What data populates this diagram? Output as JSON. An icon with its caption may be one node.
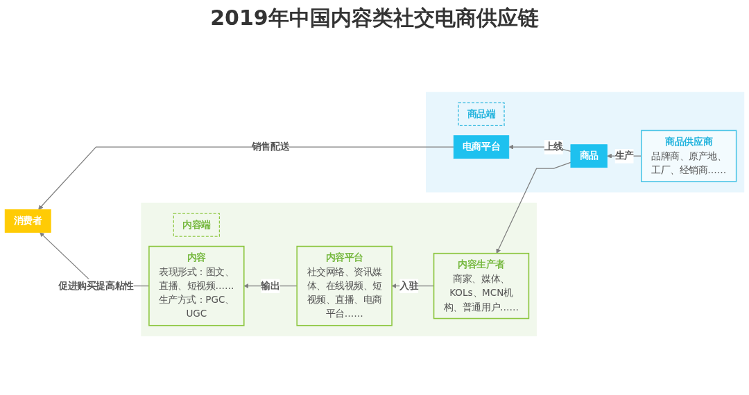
{
  "diagram": {
    "title": "2019年中国内容类社交电商供应链",
    "nodes": [
      {
        "text": [],
        "shape": "box"
      },
      {
        "text": [
          "内容端"
        ],
        "in": 0
      },
      {
        "text": [
          "内容平台",
          "社交网络、资讯媒体、在线视频、短视频、直播、电商平台……"
        ],
        "in": 0
      },
      {
        "text": [
          "内容生产者",
          "商家、媒体、KOLs、MCN机构、普通用户……"
        ],
        "in": 0
      },
      {
        "text": [
          "内容",
          "表现形式：图文、直播、短视频……",
          "生产方式：PGC、UGC"
        ],
        "in": 0
      },
      {
        "text": [],
        "shape": "box"
      },
      {
        "text": [
          "商品供应商",
          "品牌商、原产地、工厂、经销商……"
        ],
        "in": 5
      },
      {
        "text": [
          "商品"
        ],
        "in": 5
      },
      {
        "text": [
          "商品端"
        ],
        "in": 5
      },
      {
        "text": [
          "电商平台"
        ],
        "in": 5
      },
      {
        "text": [
          "消费者"
        ]
      }
    ],
    "edges": [
      {
        "from": 6,
        "to": 7,
        "arrow": "to",
        "label": "生产"
      },
      {
        "from": 7,
        "to": 3,
        "arrow": "to"
      },
      {
        "from": 3,
        "to": 2,
        "arrow": "to",
        "label": "入驻"
      },
      {
        "from": 2,
        "to": 4,
        "arrow": "to",
        "label": "输出"
      },
      {
        "from": 7,
        "to": 9,
        "arrow": "to",
        "label": "上线"
      },
      {
        "from": 9,
        "to": 10,
        "arrow": "to",
        "label": "销售配送"
      },
      {
        "from": 4,
        "to": 10,
        "arrow": "to",
        "label": "促进购买提高粘性"
      }
    ]
  }
}
